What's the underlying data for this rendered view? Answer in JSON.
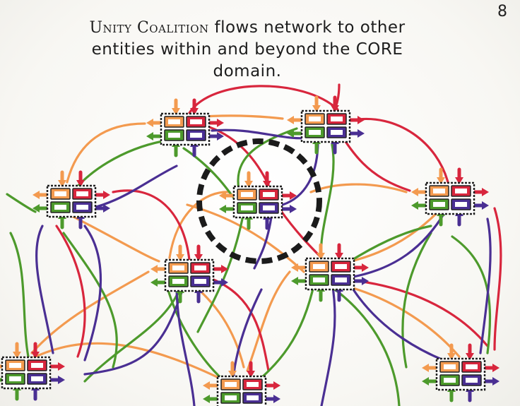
{
  "page": {
    "number": "8"
  },
  "caption": {
    "lead": "Unity Coalition",
    "rest": "flows network to other",
    "line2": "entities within and beyond the CORE",
    "line3": "domain."
  },
  "colors": {
    "orange": "#f39a4f",
    "red": "#d8263d",
    "green": "#4d9a2c",
    "purple": "#4a2f93",
    "ink": "#1b1b1b",
    "box_border": "#222222"
  },
  "diagram": {
    "core_ring": {
      "style": "dashed-circle"
    },
    "node_parts": [
      "orange-box",
      "red-box",
      "green-box",
      "purple-box"
    ]
  }
}
